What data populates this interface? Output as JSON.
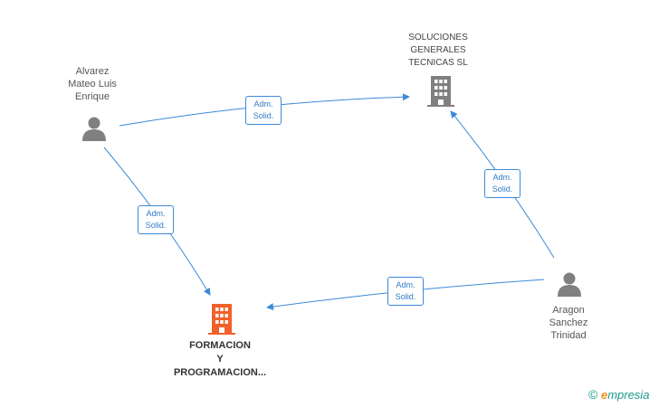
{
  "nodes": {
    "alvarez": {
      "label": "Alvarez\nMateo Luis\nEnrique",
      "type": "person"
    },
    "soluciones": {
      "label": "SOLUCIONES\nGENERALES\nTECNICAS SL",
      "type": "company"
    },
    "aragon": {
      "label": "Aragon\nSanchez\nTrinidad",
      "type": "person"
    },
    "formacion": {
      "label": "FORMACION\nY\nPROGRAMACION...",
      "type": "company",
      "highlight": true
    }
  },
  "edges": [
    {
      "from": "alvarez",
      "to": "soluciones",
      "label1": "Adm.",
      "label2": "Solid."
    },
    {
      "from": "alvarez",
      "to": "formacion",
      "label1": "Adm.",
      "label2": "Solid."
    },
    {
      "from": "aragon",
      "to": "soluciones",
      "label1": "Adm.",
      "label2": "Solid."
    },
    {
      "from": "aragon",
      "to": "formacion",
      "label1": "Adm.",
      "label2": "Solid."
    }
  ],
  "colors": {
    "edge": "#3c8ad8",
    "person_icon": "#808080",
    "company_icon": "#808080",
    "highlight_company_icon": "#f2602a"
  },
  "brand": {
    "copyright": "©",
    "e": "e",
    "rest": "mpresia"
  }
}
